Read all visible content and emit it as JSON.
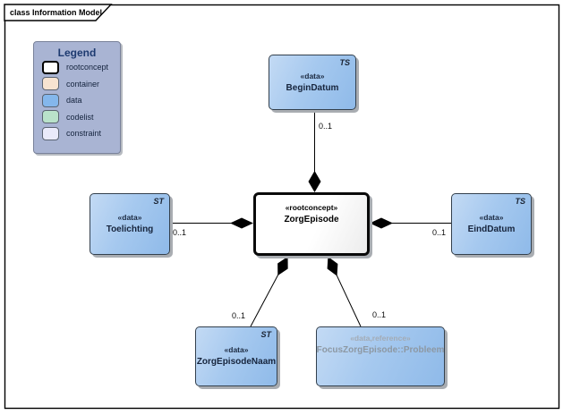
{
  "frame": {
    "tab_label": "class Information Model"
  },
  "legend": {
    "title": "Legend",
    "items": [
      {
        "label": "rootconcept",
        "color": "#ffffff"
      },
      {
        "label": "container",
        "color": "#f7e3d1"
      },
      {
        "label": "data",
        "color": "#84b7ec"
      },
      {
        "label": "codelist",
        "color": "#b9e2ca"
      },
      {
        "label": "constraint",
        "color": "#e9eafa"
      }
    ]
  },
  "nodes": {
    "zorgepisode": {
      "stereotype": "«rootconcept»",
      "name": "ZorgEpisode"
    },
    "begindatum": {
      "stereotype": "«data»",
      "name": "BeginDatum",
      "datatype": "TS"
    },
    "toelichting": {
      "stereotype": "«data»",
      "name": "Toelichting",
      "datatype": "ST"
    },
    "einddatum": {
      "stereotype": "«data»",
      "name": "EindDatum",
      "datatype": "TS"
    },
    "zorgepisodenaam": {
      "stereotype": "«data»",
      "name": "ZorgEpisodeNaam",
      "datatype": "ST"
    },
    "focuszorgepisode": {
      "stereotype": "«data,reference»",
      "name": "FocusZorgEpisode::Probleem"
    }
  },
  "edges": {
    "begindatum": {
      "multiplicity": "0..1"
    },
    "toelichting": {
      "multiplicity": "0..1"
    },
    "einddatum": {
      "multiplicity": "0..1"
    },
    "zorgepisodenaam": {
      "multiplicity": "0..1"
    },
    "focuszorgepisode": {
      "multiplicity": "0..1"
    }
  },
  "colors": {
    "data_fill": "#84b7ec",
    "node_border": "#33404d",
    "legend_bg": "#a9b4d3",
    "muted_text": "#8d98a3",
    "line": "#000000"
  }
}
